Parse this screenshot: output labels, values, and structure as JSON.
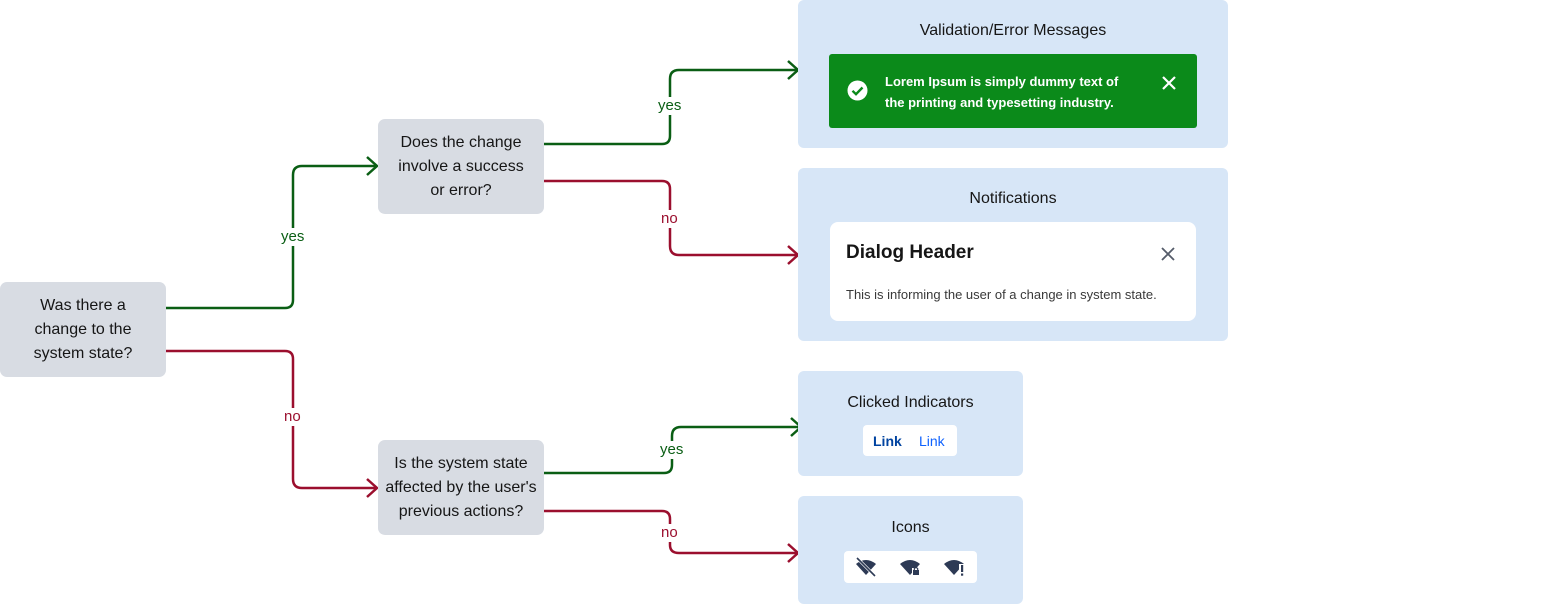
{
  "questions": {
    "q1": "Was there a\nchange to the\nsystem state?",
    "q2": "Does the change\ninvolve a success\nor error?",
    "q3": "Is the system state\naffected by the user's\nprevious actions?"
  },
  "edges": {
    "q1_yes": "yes",
    "q1_no": "no",
    "q2_yes": "yes",
    "q2_no": "no",
    "q3_yes": "yes",
    "q3_no": "no"
  },
  "panels": {
    "validation": {
      "title": "Validation/Error Messages",
      "toast_text": "Lorem Ipsum is simply dummy text of\nthe printing and typesetting industry.",
      "success_icon": "checkmark-circle-icon",
      "close_icon": "close-icon"
    },
    "notifications": {
      "title": "Notifications",
      "dialog_header": "Dialog Header",
      "dialog_body": "This is informing the user of a change in system state.",
      "close_icon": "close-icon"
    },
    "clicked": {
      "title": "Clicked Indicators",
      "link_clicked": "Link",
      "link_default": "Link"
    },
    "icons": {
      "title": "Icons",
      "items": [
        "wifi-off-icon",
        "wifi-secure-icon",
        "wifi-warning-icon"
      ]
    }
  },
  "colors": {
    "question_bg": "#d8dce3",
    "panel_bg": "#d7e6f7",
    "yes_line": "#0a5e14",
    "no_line": "#9b0f2e",
    "toast_bg": "#0b8a1a",
    "link": "#0f62fe",
    "icon": "#2d3a55"
  }
}
